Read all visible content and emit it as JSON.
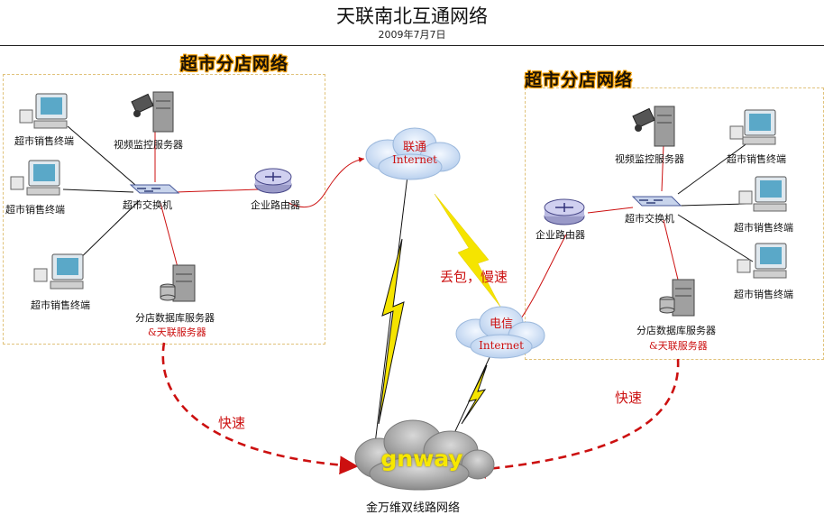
{
  "header": {
    "title": "天联南北互通网络",
    "date": "2009年7月7日"
  },
  "left_branch": {
    "title": "超市分店网络",
    "terminal_1": "超市销售终端",
    "terminal_2": "超市销售终端",
    "terminal_3": "超市销售终端",
    "video_server": "视频监控服务器",
    "switch": "超市交换机",
    "router": "企业路由器",
    "db_server": "分店数据库服务器",
    "tianlian_server": "&天联服务器"
  },
  "right_branch": {
    "title": "超市分店网络",
    "terminal_1": "超市销售终端",
    "terminal_2": "超市销售终端",
    "terminal_3": "超市销售终端",
    "video_server": "视频监控服务器",
    "switch": "超市交换机",
    "router": "企业路由器",
    "db_server": "分店数据库服务器",
    "tianlian_server": "&天联服务器"
  },
  "clouds": {
    "unicom": {
      "name": "联通",
      "sub": "Internet"
    },
    "telecom": {
      "name": "电信",
      "sub": "Internet"
    },
    "gnway": {
      "name": "gnway",
      "caption": "金万维双线路网络"
    }
  },
  "notes": {
    "slow": "丢包，慢速",
    "fast_left": "快速",
    "fast_right": "快速"
  },
  "colors": {
    "link_red": "#cc1010",
    "zone_border": "#e0c27a",
    "bolt": "#f5e400",
    "cloud_blue": "#c9dcf2",
    "gnway_gray": "#a9a9a9"
  }
}
